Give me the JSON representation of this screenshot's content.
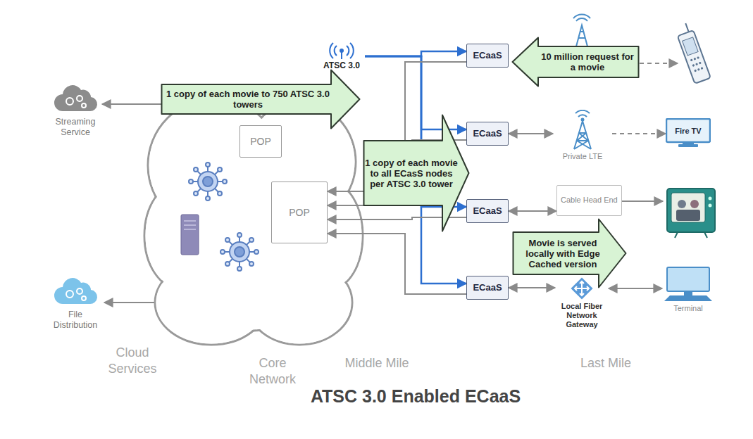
{
  "diagram": {
    "title": "ATSC 3.0 Enabled ECaaS",
    "nodes": [
      {
        "text": [
          "Streaming Service"
        ]
      },
      {
        "text": [
          "File Distribution"
        ]
      },
      {
        "text": [
          "POP"
        ]
      },
      {
        "text": [
          "POP"
        ]
      },
      {
        "text": [
          "ATSC 3.0"
        ]
      },
      {
        "text": [
          "1 copy of each movie to 750 ATSC 3.0 towers"
        ]
      },
      {
        "text": [
          "ECaaS"
        ]
      },
      {
        "text": [
          "10 million request for a movie"
        ]
      },
      {
        "text": [
          "ECaaS"
        ]
      },
      {
        "text": [
          "Private LTE"
        ]
      },
      {
        "text": [
          "Fire TV"
        ]
      },
      {
        "text": [
          "1 copy of each movie to all ECasS nodes per ATSC 3.0 tower"
        ]
      },
      {
        "text": [
          "ECaaS"
        ]
      },
      {
        "text": [
          "Cable Head End"
        ]
      },
      {
        "text": [
          "Movie is served locally with Edge Cached version"
        ]
      },
      {
        "text": [
          "ECaaS"
        ]
      },
      {
        "text": [
          "Local Fiber Network Gateway"
        ]
      },
      {
        "text": [
          "Terminal"
        ]
      }
    ],
    "edges": [
      {
        "from": 4,
        "to": 6,
        "arrow": "to"
      },
      {
        "from": 4,
        "to": 8,
        "arrow": "to"
      },
      {
        "from": 4,
        "to": 12,
        "arrow": "to"
      },
      {
        "from": 4,
        "to": 15,
        "arrow": "to"
      },
      {
        "from": 6,
        "to": 3,
        "arrow": "to"
      },
      {
        "from": 8,
        "to": 3,
        "arrow": "to"
      },
      {
        "from": 12,
        "to": 3,
        "arrow": "to"
      },
      {
        "from": 15,
        "to": 3,
        "arrow": "to"
      },
      {
        "from": 8,
        "to": 9,
        "arrow": "both"
      },
      {
        "from": 9,
        "to": 10,
        "arrow": "to"
      },
      {
        "from": 12,
        "to": 13,
        "arrow": "both"
      },
      {
        "from": 15,
        "to": 16,
        "arrow": "both"
      },
      {
        "from": 16,
        "to": 17,
        "arrow": "both"
      }
    ],
    "labels": [
      "Cloud Services",
      "Core Network",
      "Middle Mile",
      "Last Mile"
    ]
  }
}
